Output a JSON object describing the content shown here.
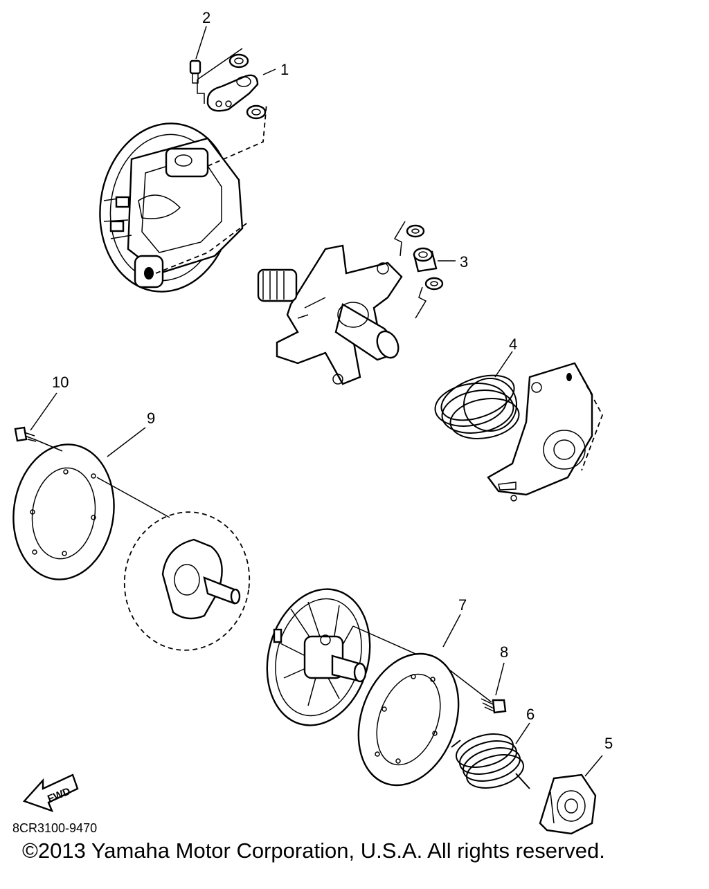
{
  "diagram": {
    "callouts": [
      {
        "id": "1",
        "label": "1"
      },
      {
        "id": "2",
        "label": "2"
      },
      {
        "id": "3",
        "label": "3"
      },
      {
        "id": "4",
        "label": "4"
      },
      {
        "id": "5",
        "label": "5"
      },
      {
        "id": "6",
        "label": "6"
      },
      {
        "id": "7",
        "label": "7"
      },
      {
        "id": "8",
        "label": "8"
      },
      {
        "id": "9",
        "label": "9"
      },
      {
        "id": "10",
        "label": "10"
      }
    ],
    "fwd_label": "FWD",
    "drawing_code": "8CR3100-9470",
    "copyright": "©2013 Yamaha Motor Corporation, U.S.A. All rights reserved."
  }
}
